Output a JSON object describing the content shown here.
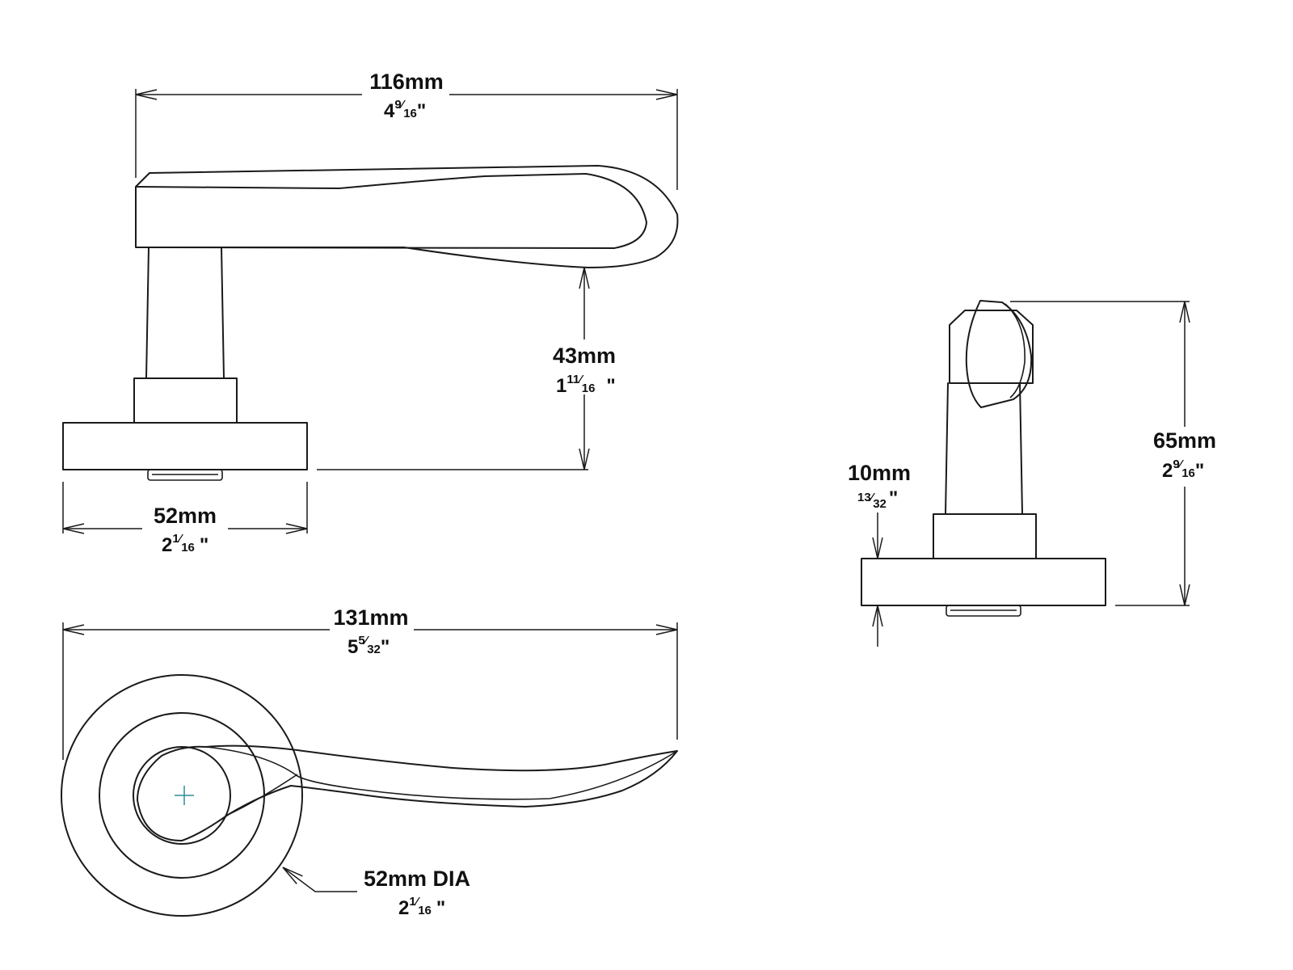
{
  "colors": {
    "line": "#1a1a1a",
    "text": "#111111",
    "centre_mark": "#2a8f96",
    "background": "#ffffff"
  },
  "dimensions": {
    "lever_length": {
      "mm": "116mm",
      "inch_whole": "4",
      "inch_num": "9",
      "inch_den": "16",
      "inch_mark": "\""
    },
    "lever_height": {
      "mm": "43mm",
      "inch_whole": "1",
      "inch_num": "11",
      "inch_den": "16",
      "inch_mark": "\""
    },
    "rose_width": {
      "mm": "52mm",
      "inch_whole": "2",
      "inch_num": "1",
      "inch_den": "16",
      "inch_mark": "\""
    },
    "overall_length": {
      "mm": "131mm",
      "inch_whole": "5",
      "inch_num": "5",
      "inch_den": "32",
      "inch_mark": "\""
    },
    "rose_diameter": {
      "mm": "52mm DIA",
      "inch_whole": "2",
      "inch_num": "1",
      "inch_den": "16",
      "inch_mark": "\""
    },
    "rose_thickness": {
      "mm": "10mm",
      "inch_whole": "",
      "inch_num": "13",
      "inch_den": "32",
      "inch_mark": "\""
    },
    "total_projection": {
      "mm": "65mm",
      "inch_whole": "2",
      "inch_num": "9",
      "inch_den": "16",
      "inch_mark": "\""
    }
  }
}
